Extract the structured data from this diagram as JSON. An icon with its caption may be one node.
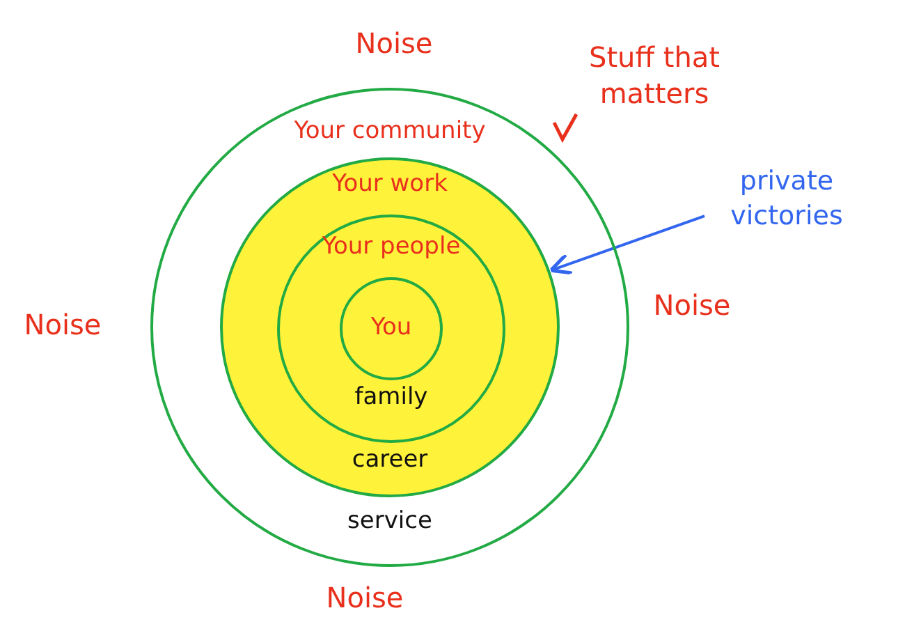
{
  "diagram": {
    "nodes": [
      {
        "text": [
          "Your community",
          "service"
        ]
      },
      {
        "text": [
          "Your work",
          "career"
        ],
        "in": 0
      },
      {
        "text": [
          "Your people",
          "family"
        ],
        "in": 1
      },
      {
        "text": [
          "You"
        ],
        "in": 2
      },
      {
        "text": [
          "private victories"
        ]
      }
    ],
    "edges": [
      {
        "from": 4,
        "to": 1,
        "arrow": "to",
        "color": "#3366ee"
      }
    ],
    "labels": [
      "Noise",
      "Stuff that matters",
      "Noise",
      "Noise",
      "Noise"
    ]
  }
}
